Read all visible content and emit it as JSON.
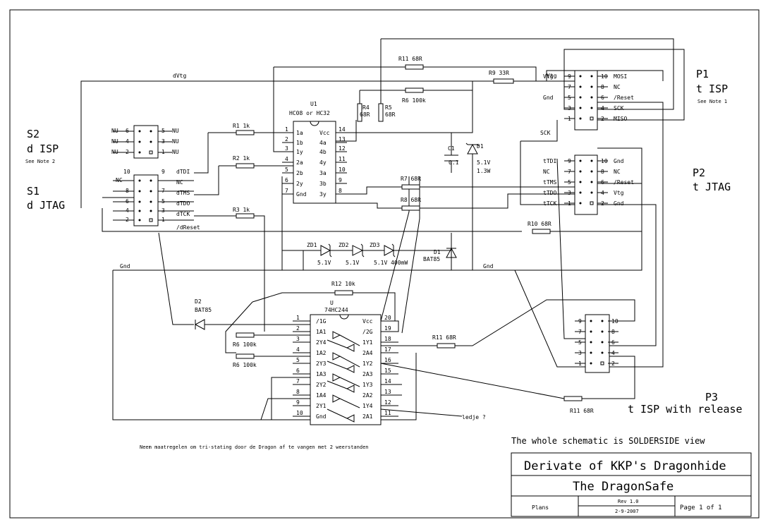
{
  "connectors": {
    "s2": {
      "ref": "S2",
      "name": "d ISP",
      "note": "See Note 2",
      "pins_left": [
        "6",
        "4",
        "2"
      ],
      "pins_right": [
        "5",
        "3",
        "1"
      ],
      "labels_left": [
        "NU",
        "NU",
        "NU"
      ],
      "labels_right": [
        "NU",
        "NU",
        "NU"
      ]
    },
    "s1": {
      "ref": "S1",
      "name": "d JTAG",
      "pins_left": [
        "10",
        "8",
        "6",
        "4",
        "2"
      ],
      "pins_right": [
        "9",
        "7",
        "5",
        "3",
        "1"
      ],
      "labels_left": [
        "NC"
      ],
      "labels_right": [
        "dTDI",
        "NC",
        "dTMS",
        "dTDO",
        "dTCK"
      ]
    },
    "p1": {
      "ref": "P1",
      "name": "t ISP",
      "note": "See Note 1",
      "pins_left": [
        "9",
        "7",
        "5",
        "3",
        "1"
      ],
      "pins_right": [
        "10",
        "8",
        "6",
        "4",
        "2"
      ],
      "labels_left": [
        "Vtg",
        "",
        "Gnd",
        "",
        ""
      ],
      "labels_right": [
        "MOSI",
        "NC",
        "/Reset",
        "SCK",
        "MISO"
      ]
    },
    "p2": {
      "ref": "P2",
      "name": "t JTAG",
      "pins_left": [
        "9",
        "7",
        "5",
        "3",
        "1"
      ],
      "pins_right": [
        "10",
        "8",
        "6",
        "4",
        "2"
      ],
      "labels_left": [
        "tTDI",
        "NC",
        "tTMS",
        "tTDO",
        "tTCK"
      ],
      "labels_right": [
        "Gnd",
        "NC",
        "/Reset",
        "Vtg",
        "Gnd"
      ]
    },
    "p3": {
      "ref": "P3",
      "name": "t ISP with release",
      "pins_left": [
        "9",
        "7",
        "5",
        "3",
        "1"
      ],
      "pins_right": [
        "10",
        "8",
        "6",
        "4",
        "2"
      ]
    }
  },
  "u1": {
    "ref": "U1",
    "type": "HC08 or HC32",
    "pins_left": [
      "1",
      "2",
      "3",
      "4",
      "5",
      "6",
      "7"
    ],
    "names_left": [
      "1a",
      "1b",
      "1y",
      "2a",
      "2b",
      "2y",
      "Gnd"
    ],
    "pins_right": [
      "14",
      "13",
      "12",
      "11",
      "10",
      "9",
      "8"
    ],
    "names_right": [
      "Vcc",
      "4a",
      "4b",
      "4y",
      "3a",
      "3b",
      "3y"
    ]
  },
  "u2": {
    "ref": "U",
    "type": "74HC244",
    "pins_left": [
      "1",
      "2",
      "3",
      "4",
      "5",
      "6",
      "7",
      "8",
      "9",
      "10"
    ],
    "names_left": [
      "/1G",
      "1A1",
      "2Y4",
      "1A2",
      "2Y3",
      "1A3",
      "2Y2",
      "1A4",
      "2Y1",
      "Gnd"
    ],
    "pins_right": [
      "20",
      "19",
      "18",
      "17",
      "16",
      "15",
      "14",
      "13",
      "12",
      "11"
    ],
    "names_right": [
      "Vcc",
      "/2G",
      "1Y1",
      "2A4",
      "1Y2",
      "2A3",
      "1Y3",
      "2A2",
      "1Y4",
      "2A1"
    ]
  },
  "components": {
    "r1": "R1  1k",
    "r2": "R2  1k",
    "r3": "R3  1k",
    "r4a": "R4",
    "r4b": "68R",
    "r5a": "R5",
    "r5b": "68R",
    "r6top": "R6  100k",
    "r6a": "R6  100k",
    "r6b": "R6  100k",
    "r7": "R7  68R",
    "r8": "R8  68R",
    "r9": "R9  33R",
    "r10": "R10  68R",
    "r11top": "R11  68R",
    "r11mid": "R11  68R",
    "r11bot": "R11  68R",
    "r12": "R12 10k",
    "c1a": "C1",
    "c1b": "0.1",
    "d1za": "D1",
    "d1zb": "5.1V",
    "d1zc": "1.3W",
    "zd1": "ZD1",
    "zd2": "ZD2",
    "zd3": "ZD3",
    "zd1v": "5.1V",
    "zd2v": "5.1V",
    "zd3v": "5.1V  400mW",
    "d1ba": "D1",
    "d1bb": "BAT85",
    "d2a": "D2",
    "d2b": "BAT85"
  },
  "nets": {
    "dvtg": "dVtg",
    "vtg": "Vtg",
    "sck": "SCK",
    "gnd1": "Gnd",
    "gnd2": "Gnd",
    "dreset": "/dReset",
    "ledje": "ledje ?"
  },
  "notes": {
    "dutch": "Neem maatregelen om tri-stating door de Dragon af te vangen met 2 weerstanden",
    "solderside": "The whole schematic is SOLDERSIDE view"
  },
  "title_block": {
    "title": "Derivate of KKP's Dragonhide",
    "subtitle": "The DragonSafe",
    "plans": "Plans",
    "rev": "Rev 1.0",
    "date": "2-9-2007",
    "page": "Page 1 of 1"
  }
}
